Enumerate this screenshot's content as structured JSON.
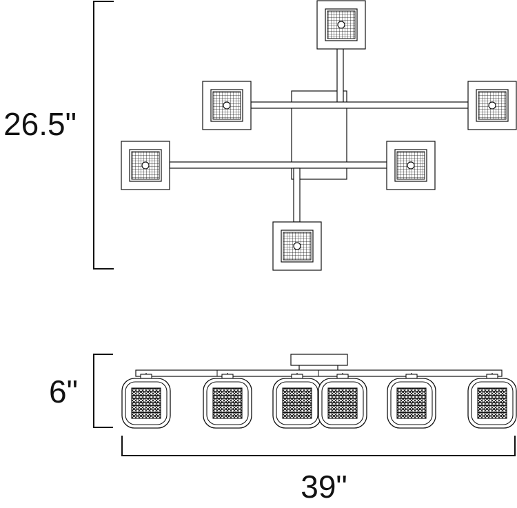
{
  "diagram": {
    "dimensions": {
      "height": "26.5\"",
      "depth": "6\"",
      "width": "39\""
    },
    "fixture_views": [
      "top-view",
      "side-view"
    ],
    "colors": {
      "line": "#111111",
      "background": "#ffffff"
    }
  }
}
